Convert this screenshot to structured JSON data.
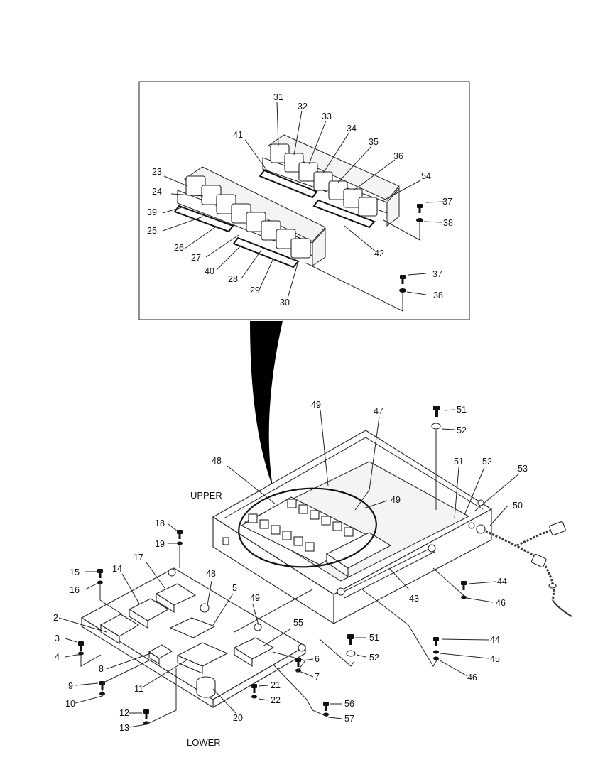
{
  "labels": {
    "upper": "UPPER",
    "lower": "LOWER"
  },
  "callouts": [
    {
      "id": "c31",
      "text": "31"
    },
    {
      "id": "c32",
      "text": "32"
    },
    {
      "id": "c33",
      "text": "33"
    },
    {
      "id": "c34",
      "text": "34"
    },
    {
      "id": "c35",
      "text": "35"
    },
    {
      "id": "c36",
      "text": "36"
    },
    {
      "id": "c41",
      "text": "41"
    },
    {
      "id": "c54",
      "text": "54"
    },
    {
      "id": "c23",
      "text": "23"
    },
    {
      "id": "c24",
      "text": "24"
    },
    {
      "id": "c37a",
      "text": "37"
    },
    {
      "id": "c38a",
      "text": "38"
    },
    {
      "id": "c39",
      "text": "39"
    },
    {
      "id": "c25",
      "text": "25"
    },
    {
      "id": "c26",
      "text": "26"
    },
    {
      "id": "c27",
      "text": "27"
    },
    {
      "id": "c40",
      "text": "40"
    },
    {
      "id": "c28",
      "text": "28"
    },
    {
      "id": "c29",
      "text": "29"
    },
    {
      "id": "c30",
      "text": "30"
    },
    {
      "id": "c42",
      "text": "42"
    },
    {
      "id": "c37b",
      "text": "37"
    },
    {
      "id": "c38b",
      "text": "38"
    },
    {
      "id": "c49a",
      "text": "49"
    },
    {
      "id": "c47",
      "text": "47"
    },
    {
      "id": "c51a",
      "text": "51"
    },
    {
      "id": "c52a",
      "text": "52"
    },
    {
      "id": "c48a",
      "text": "48"
    },
    {
      "id": "c51b",
      "text": "51"
    },
    {
      "id": "c52b",
      "text": "52"
    },
    {
      "id": "c53",
      "text": "53"
    },
    {
      "id": "c49b",
      "text": "49"
    },
    {
      "id": "c50",
      "text": "50"
    },
    {
      "id": "c18",
      "text": "18"
    },
    {
      "id": "c19",
      "text": "19"
    },
    {
      "id": "c17",
      "text": "17"
    },
    {
      "id": "c15",
      "text": "15"
    },
    {
      "id": "c14",
      "text": "14"
    },
    {
      "id": "c16",
      "text": "16"
    },
    {
      "id": "c48b",
      "text": "48"
    },
    {
      "id": "c5",
      "text": "5"
    },
    {
      "id": "c44a",
      "text": "44"
    },
    {
      "id": "c43",
      "text": "43"
    },
    {
      "id": "c46a",
      "text": "46"
    },
    {
      "id": "c49c",
      "text": "49"
    },
    {
      "id": "c2",
      "text": "2"
    },
    {
      "id": "c55",
      "text": "55"
    },
    {
      "id": "c51c",
      "text": "51"
    },
    {
      "id": "c44b",
      "text": "44"
    },
    {
      "id": "c3",
      "text": "3"
    },
    {
      "id": "c4",
      "text": "4"
    },
    {
      "id": "c52c",
      "text": "52"
    },
    {
      "id": "c45",
      "text": "45"
    },
    {
      "id": "c6",
      "text": "6"
    },
    {
      "id": "c8",
      "text": "8"
    },
    {
      "id": "c7",
      "text": "7"
    },
    {
      "id": "c46b",
      "text": "46"
    },
    {
      "id": "c9",
      "text": "9"
    },
    {
      "id": "c21",
      "text": "21"
    },
    {
      "id": "c11",
      "text": "11"
    },
    {
      "id": "c10",
      "text": "10"
    },
    {
      "id": "c22",
      "text": "22"
    },
    {
      "id": "c56",
      "text": "56"
    },
    {
      "id": "c12",
      "text": "12"
    },
    {
      "id": "c20",
      "text": "20"
    },
    {
      "id": "c57",
      "text": "57"
    },
    {
      "id": "c13",
      "text": "13"
    }
  ]
}
